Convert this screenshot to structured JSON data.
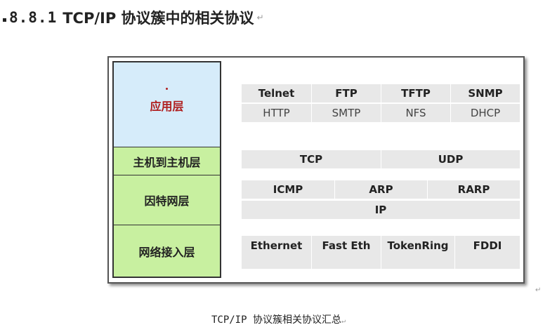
{
  "heading": {
    "number": "8.8.1",
    "text": "TCP/IP 协议簇中的相关协议",
    "mark": "↵"
  },
  "layers": {
    "app": "应用层",
    "host": "主机到主机层",
    "internet": "因特网层",
    "link": "网络接入层"
  },
  "app_protocols": {
    "row1": [
      "Telnet",
      "FTP",
      "TFTP",
      "SNMP"
    ],
    "row2": [
      "HTTP",
      "SMTP",
      "NFS",
      "DHCP"
    ]
  },
  "transport_protocols": [
    "TCP",
    "UDP"
  ],
  "internet_protocols": {
    "row1": [
      "ICMP",
      "ARP",
      "RARP"
    ],
    "row2": "IP"
  },
  "link_protocols": [
    "Ethernet",
    "Fast Eth",
    "TokenRing",
    "FDDI"
  ],
  "caption": {
    "text": "TCP/IP 协议簇相关协议汇总",
    "mark": "↵"
  },
  "right_mark": "↵"
}
